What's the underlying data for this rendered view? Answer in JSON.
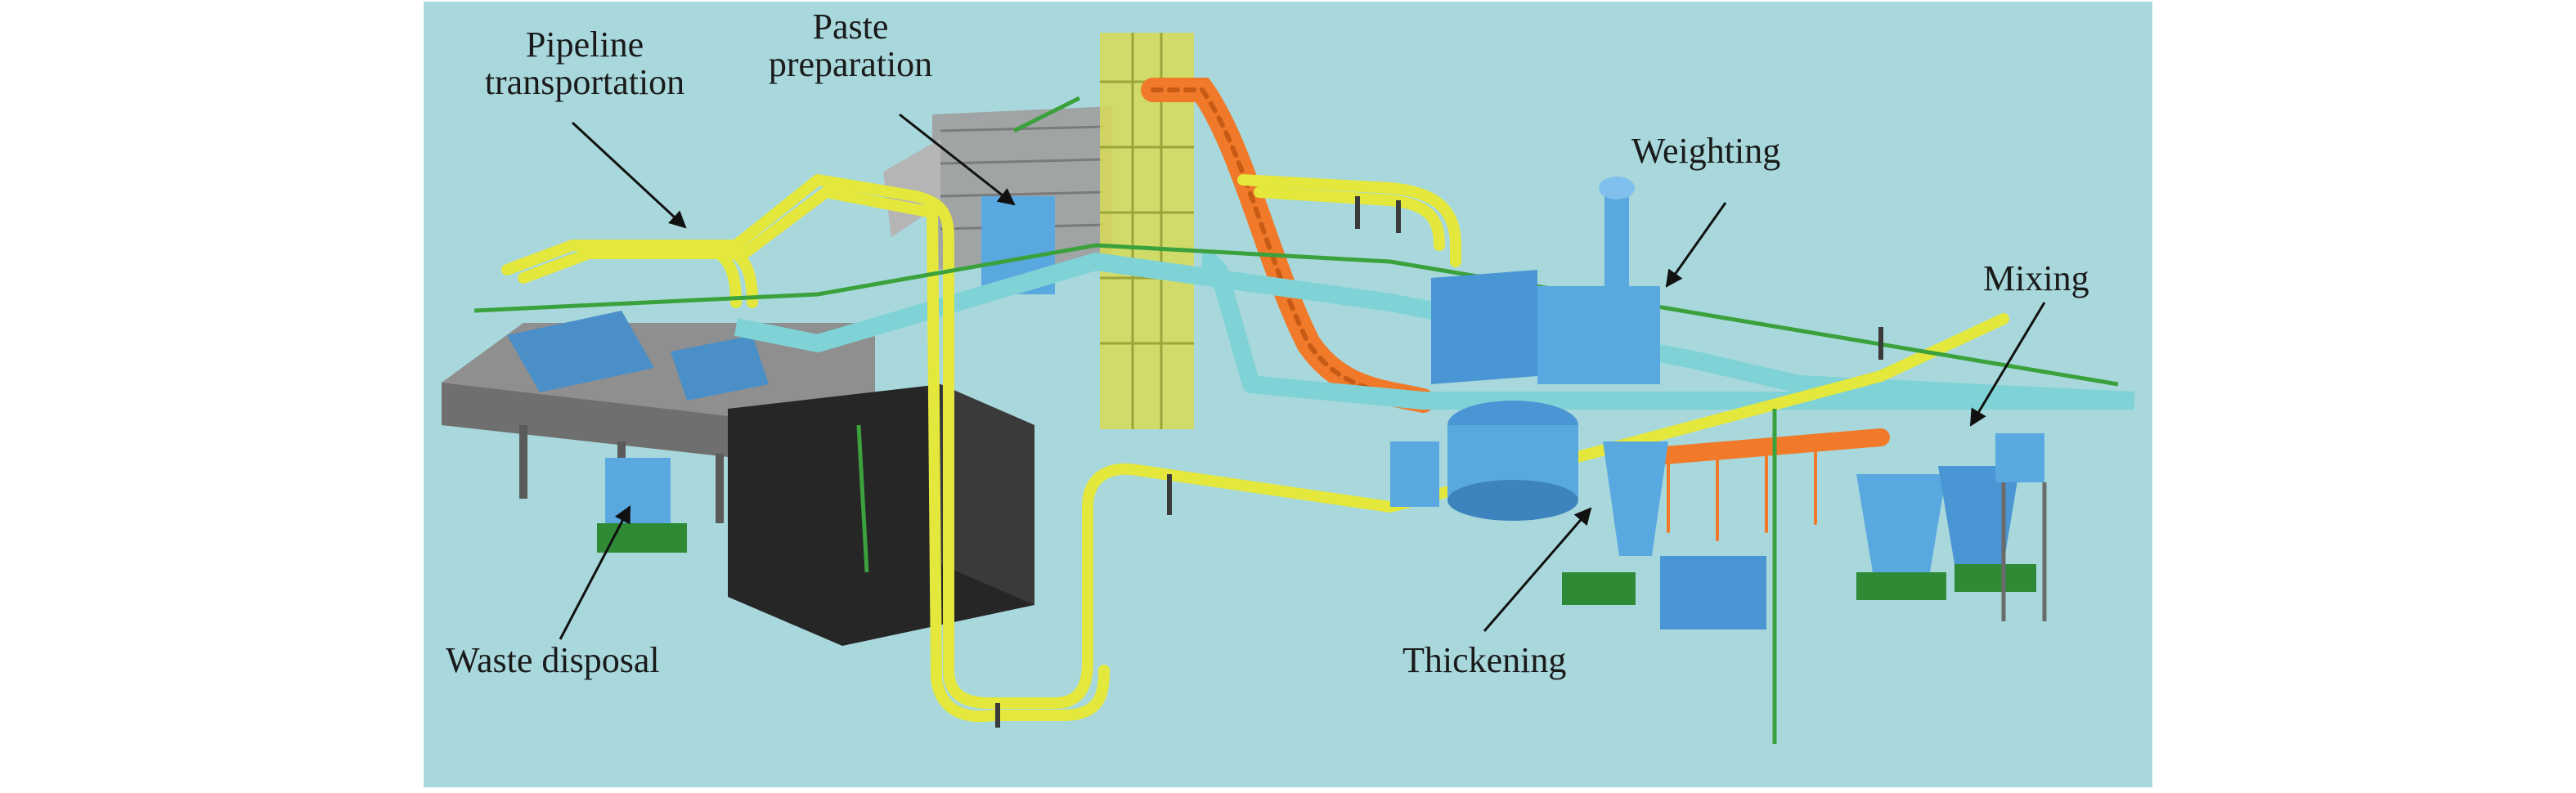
{
  "figure": {
    "colors": {
      "background": "#a8d8dc",
      "pipe_yellow": "#e4e83c",
      "conveyor_orange": "#f07a2a",
      "equipment_blue": "#5aa8e0",
      "pipe_green": "#3aa13c",
      "walkway_cyan": "#7fd3d6",
      "platform_gray": "#8d8d8d",
      "dark_block": "#262626"
    },
    "labels": {
      "pipeline": [
        "Pipeline",
        "transportation"
      ],
      "paste": [
        "Paste",
        "preparation"
      ],
      "weighting": "Weighting",
      "mixing": "Mixing",
      "waste": "Waste disposal",
      "thickening": "Thickening"
    },
    "icons": [
      "arrow-icon"
    ]
  }
}
